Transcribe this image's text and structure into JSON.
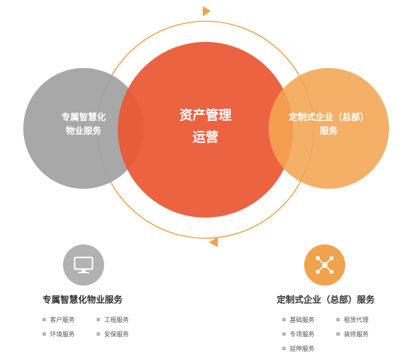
{
  "center": {
    "line1": "资产管理",
    "line2": "运营"
  },
  "left_circle": {
    "line1": "专属智慧化",
    "line2": "物业服务"
  },
  "right_circle": {
    "line1": "定制式企业（总部）",
    "line2": "服务"
  },
  "left_section": {
    "icon": "monitor-icon",
    "title": "专属智慧化物业服务",
    "items": [
      "客户服务",
      "工程服务",
      "环境服务",
      "安保服务"
    ]
  },
  "right_section": {
    "icon": "network-nodes-icon",
    "title": "定制式企业（总部）服务",
    "items": [
      "基础服务",
      "租赁代理",
      "专项服务",
      "装修服务",
      "延伸服务"
    ]
  },
  "colors": {
    "center": "#ea5733",
    "left": "#a3a3a3",
    "right": "#f2a552",
    "ring": "#efa44c",
    "icon_left": "#b2b2b2",
    "icon_right": "#f0a24d"
  }
}
